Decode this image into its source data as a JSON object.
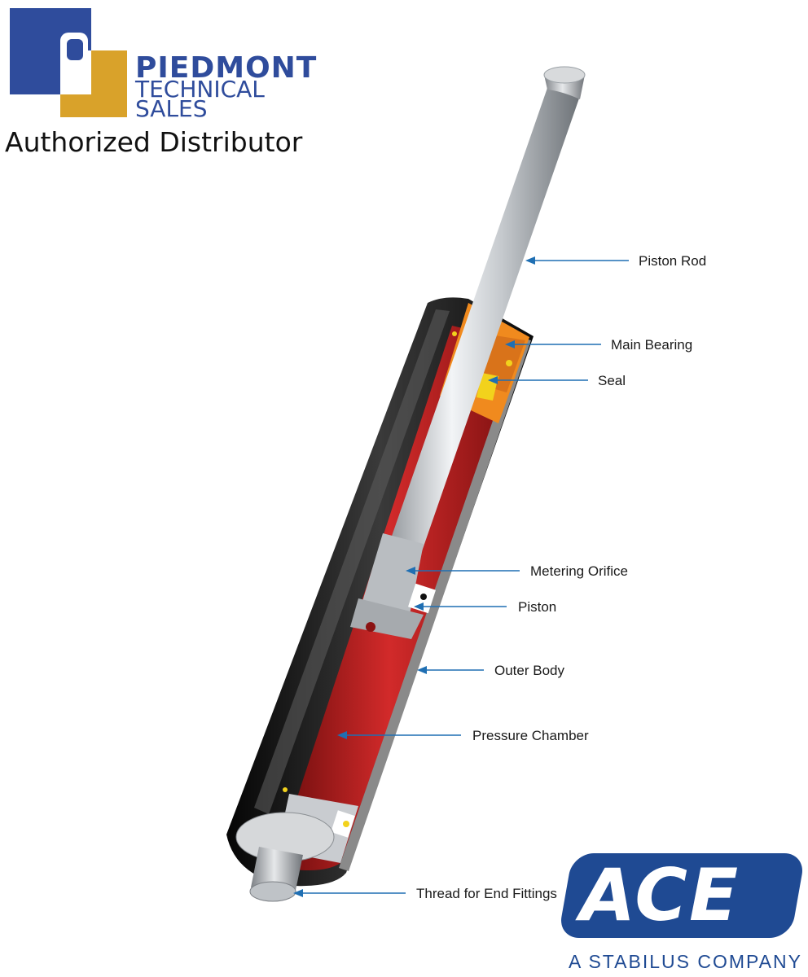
{
  "brand": {
    "name": "PIEDMONT",
    "line2": "TECHNICAL",
    "line3": "SALES",
    "tagline": "Authorized Distributor",
    "colors": {
      "blue": "#2f4c9c",
      "gold": "#d9a22a"
    }
  },
  "ace": {
    "name": "ACE",
    "subtitle": "A STABILUS COMPANY",
    "color": "#1f4a93"
  },
  "callouts": {
    "piston_rod": "Piston Rod",
    "main_bearing": "Main Bearing",
    "seal": "Seal",
    "metering_orifice": "Metering Orifice",
    "piston": "Piston",
    "outer_body": "Outer Body",
    "pressure_chamber": "Pressure Chamber",
    "thread": "Thread for End Fittings"
  },
  "colors": {
    "leader": "#1f6fb3",
    "body": "#151515",
    "chamber": "#b81c1c",
    "bearing": "#f08a1e",
    "seal": "#f2d21c",
    "rod": "#c8ccd0"
  }
}
